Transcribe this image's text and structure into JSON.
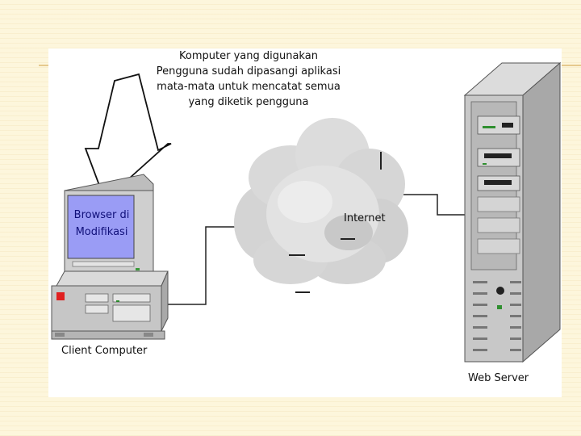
{
  "annotation": {
    "lines": [
      "Komputer yang digunakan",
      "Pengguna sudah dipasangi aplikasi",
      "mata-mata untuk mencatat semua",
      "yang diketik pengguna"
    ]
  },
  "screen": {
    "lines": [
      "Browser di",
      "Modifikasi"
    ]
  },
  "labels": {
    "client": "Client Computer",
    "internet": "Internet",
    "server": "Web Server"
  },
  "colors": {
    "background": "#fdf6dc",
    "screen": "#9a9cf5",
    "device_gray": "#c9c9c9",
    "cloud": "#d9d9d9"
  }
}
